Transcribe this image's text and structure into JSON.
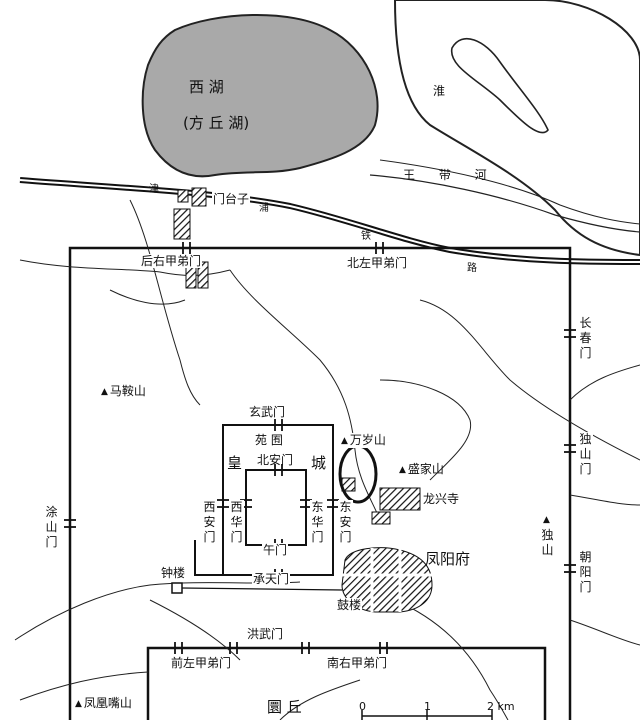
{
  "lake": {
    "name": "西 湖",
    "alt": "(方 丘 湖)"
  },
  "river": {
    "name": "淮",
    "canal": "王 带 河"
  },
  "road": {
    "chars": [
      "津",
      "浦",
      "铁",
      "路"
    ]
  },
  "gates_outer": {
    "north_left": "后右甲弟门",
    "north_right": "北左甲弟门",
    "east_1": "长春门",
    "east_2": "独山门",
    "east_3": "朝阳门",
    "west": "涂山门",
    "south_left": "前左甲弟门",
    "south_right": "南右甲弟门",
    "south_top": "洪武门"
  },
  "palace": {
    "name_left": "皇",
    "name_right": "城",
    "park": "苑 囿",
    "north_gate": "玄武门",
    "inner_north": "北安门",
    "west_gate": "西安门",
    "east_gate": "东安门",
    "west_hua": "西华门",
    "east_hua": "东华门",
    "wu": "午门",
    "chengtian": "承天门"
  },
  "places": {
    "mentaizi": "门台子",
    "maan": "马鞍山",
    "wansui": "万岁山",
    "shengjia": "盛家山",
    "longxing": "龙兴寺",
    "dushan": "独山",
    "fengyang": "凤阳府",
    "zhonglou": "钟楼",
    "gulou": "鼓楼",
    "fenghuang": "凤凰嘴山",
    "yuanqiu": "圜 丘"
  },
  "scale": {
    "ticks": [
      "0",
      "1",
      "2 km"
    ]
  }
}
